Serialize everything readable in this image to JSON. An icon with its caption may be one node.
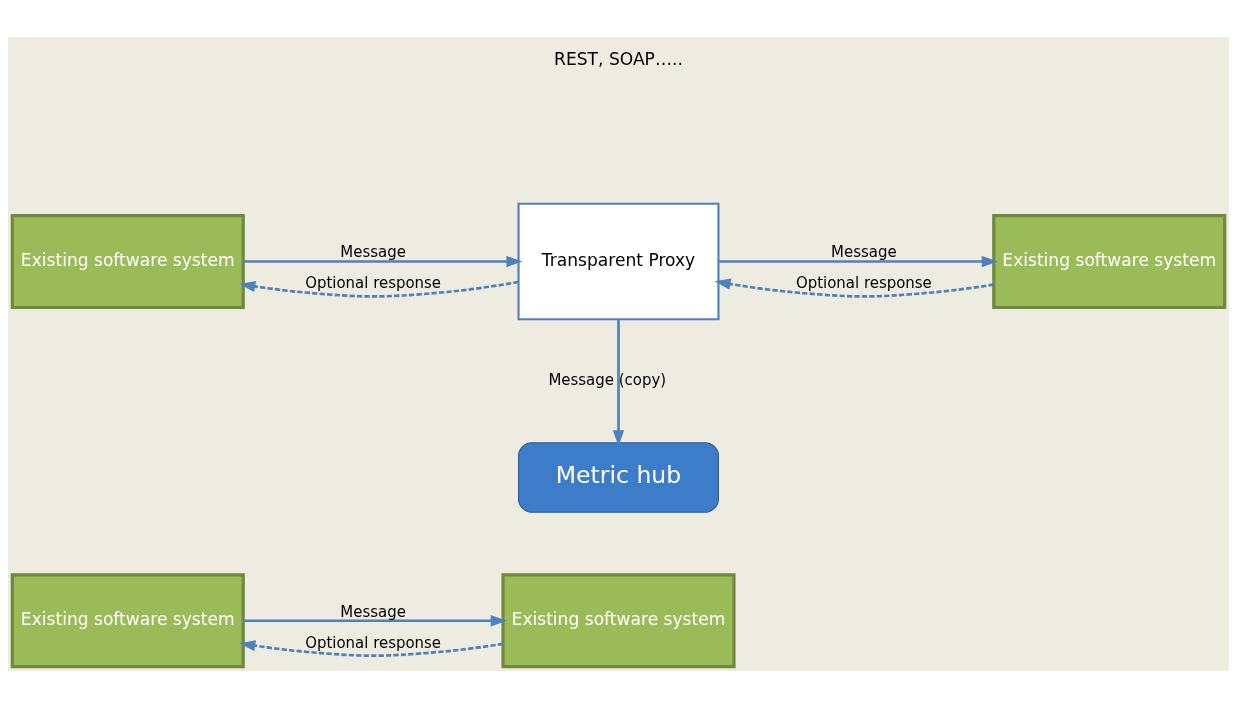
{
  "diagram": {
    "nodes": [
      {
        "text": [
          "Existing software system"
        ]
      },
      {
        "text": [
          "Existing software system"
        ]
      },
      {
        "text": [
          "Existing software system"
        ]
      },
      {
        "text": [
          "Transparent Proxy"
        ]
      },
      {
        "text": [
          "Existing software system"
        ]
      },
      {
        "text": [
          "Metric hub"
        ]
      }
    ],
    "edges": [
      {
        "from": 0,
        "to": 1,
        "arrow": "to",
        "label": "Message"
      },
      {
        "from": 1,
        "to": 0,
        "arrow": "to",
        "label": "Optional response",
        "style": "dashed"
      },
      {
        "from": 2,
        "to": 3,
        "arrow": "to",
        "label": "Message"
      },
      {
        "from": 3,
        "to": 2,
        "arrow": "to",
        "label": "Optional response",
        "style": "dashed"
      },
      {
        "from": 3,
        "to": 4,
        "arrow": "to",
        "label": "Message"
      },
      {
        "from": 4,
        "to": 3,
        "arrow": "to",
        "label": "Optional response",
        "style": "dashed"
      },
      {
        "from": 3,
        "to": 5,
        "arrow": "to",
        "label": "Message (copy)"
      }
    ],
    "labels": [
      "REST, SOAP….."
    ]
  }
}
